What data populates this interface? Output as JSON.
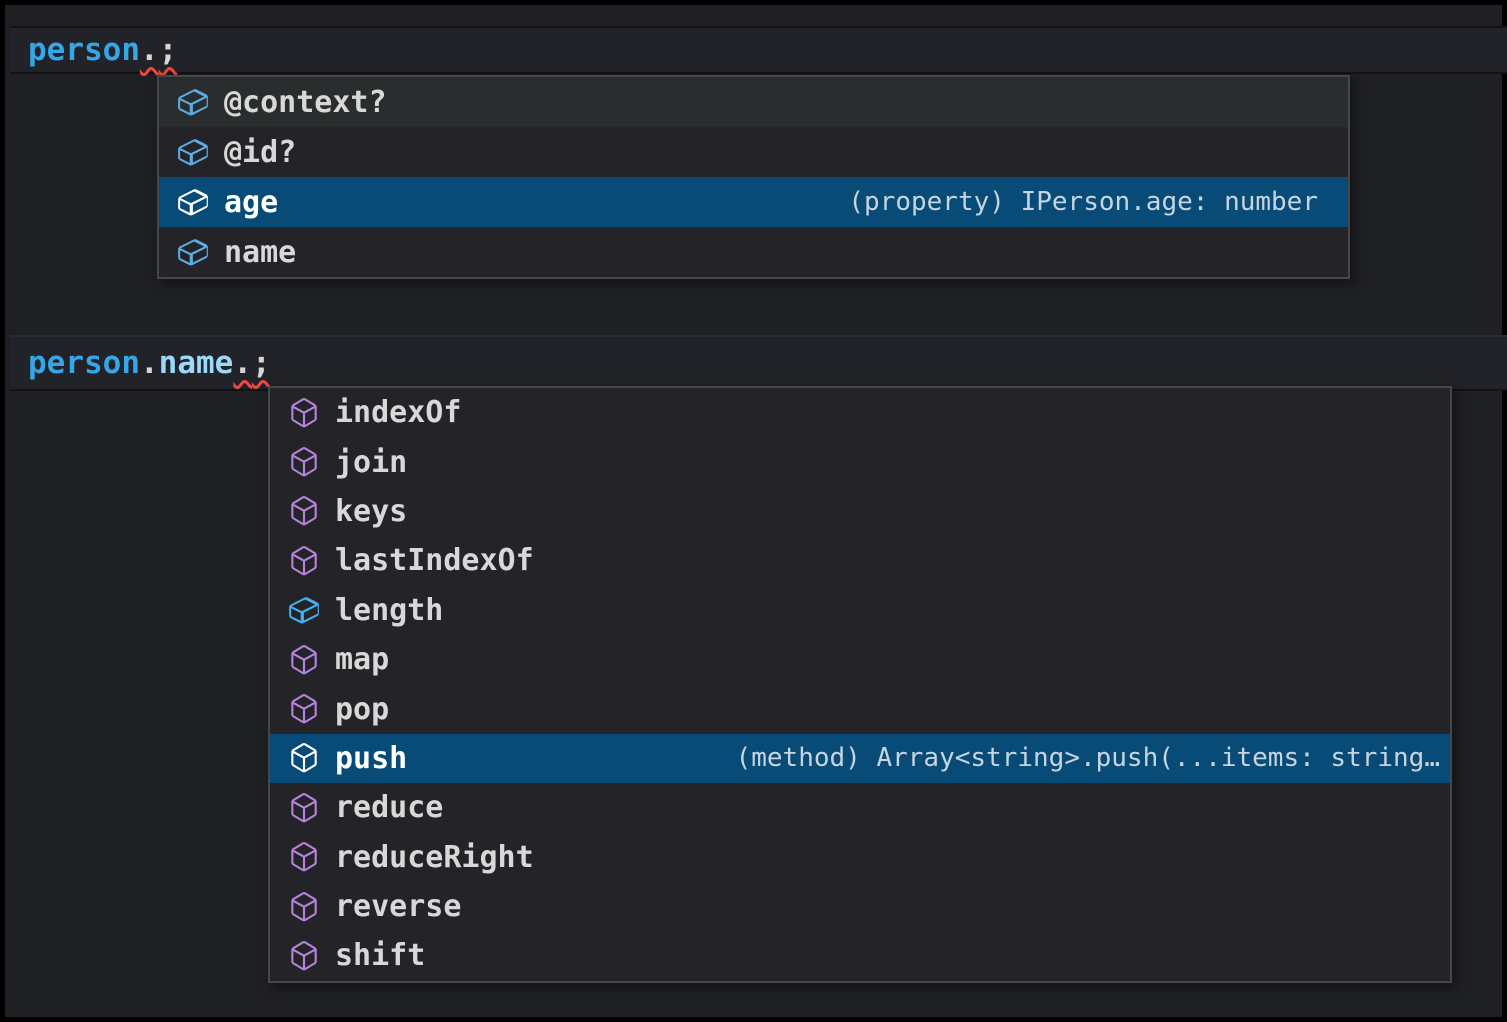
{
  "app_title": "Code editor with IntelliSense suggestions",
  "colors": {
    "selection_bg": "#084B77",
    "hover_bg": "#2A2D2E",
    "list_bg": "#242428",
    "list_border": "#46474B",
    "error_squiggle": "#F0483F",
    "variable_blue": "#35A7E6",
    "property_blue": "#9AD9F9",
    "punctuation": "#D6D6D6",
    "label": "#D8D8D8",
    "label_selected": "#FFFFFF",
    "detail_text": "#C6D5E0",
    "field_icon_blue": "#5CACE2",
    "field_icon_bright": "#40B2F2",
    "method_icon_purple": "#B683DB",
    "selected_icon": "#FFFFFF"
  },
  "code_lines": [
    {
      "id": "line-1",
      "tokens": [
        {
          "text": "person",
          "style": "variable",
          "error": false
        },
        {
          "text": ".",
          "style": "punct",
          "error": true
        },
        {
          "text": ";",
          "style": "punct",
          "error": true
        }
      ]
    },
    {
      "id": "line-2",
      "tokens": [
        {
          "text": "person",
          "style": "variable",
          "error": false
        },
        {
          "text": ".",
          "style": "punct",
          "error": false
        },
        {
          "text": "name",
          "style": "property",
          "error": false
        },
        {
          "text": ".",
          "style": "punct",
          "error": true
        },
        {
          "text": ";",
          "style": "punct",
          "error": true
        }
      ]
    }
  ],
  "suggest_widgets": [
    {
      "id": "suggest-1",
      "items": [
        {
          "label": "@context?",
          "icon": "field",
          "icon_color": "field_icon_blue",
          "hovered": true,
          "selected": false,
          "detail": ""
        },
        {
          "label": "@id?",
          "icon": "field",
          "icon_color": "field_icon_blue",
          "hovered": false,
          "selected": false,
          "detail": ""
        },
        {
          "label": "age",
          "icon": "field",
          "icon_color": "selected_icon",
          "hovered": false,
          "selected": true,
          "detail": "(property) IPerson.age: number"
        },
        {
          "label": "name",
          "icon": "field",
          "icon_color": "field_icon_blue",
          "hovered": false,
          "selected": false,
          "detail": ""
        }
      ]
    },
    {
      "id": "suggest-2",
      "items": [
        {
          "label": "indexOf",
          "icon": "method",
          "icon_color": "method_icon_purple",
          "hovered": false,
          "selected": false,
          "detail": ""
        },
        {
          "label": "join",
          "icon": "method",
          "icon_color": "method_icon_purple",
          "hovered": false,
          "selected": false,
          "detail": ""
        },
        {
          "label": "keys",
          "icon": "method",
          "icon_color": "method_icon_purple",
          "hovered": false,
          "selected": false,
          "detail": ""
        },
        {
          "label": "lastIndexOf",
          "icon": "method",
          "icon_color": "method_icon_purple",
          "hovered": false,
          "selected": false,
          "detail": ""
        },
        {
          "label": "length",
          "icon": "field",
          "icon_color": "field_icon_bright",
          "hovered": false,
          "selected": false,
          "detail": ""
        },
        {
          "label": "map",
          "icon": "method",
          "icon_color": "method_icon_purple",
          "hovered": false,
          "selected": false,
          "detail": ""
        },
        {
          "label": "pop",
          "icon": "method",
          "icon_color": "method_icon_purple",
          "hovered": false,
          "selected": false,
          "detail": ""
        },
        {
          "label": "push",
          "icon": "method",
          "icon_color": "selected_icon",
          "hovered": false,
          "selected": true,
          "detail": "(method) Array<string>.push(...items: string…"
        },
        {
          "label": "reduce",
          "icon": "method",
          "icon_color": "method_icon_purple",
          "hovered": false,
          "selected": false,
          "detail": ""
        },
        {
          "label": "reduceRight",
          "icon": "method",
          "icon_color": "method_icon_purple",
          "hovered": false,
          "selected": false,
          "detail": ""
        },
        {
          "label": "reverse",
          "icon": "method",
          "icon_color": "method_icon_purple",
          "hovered": false,
          "selected": false,
          "detail": ""
        },
        {
          "label": "shift",
          "icon": "method",
          "icon_color": "method_icon_purple",
          "hovered": false,
          "selected": false,
          "detail": ""
        }
      ]
    }
  ]
}
